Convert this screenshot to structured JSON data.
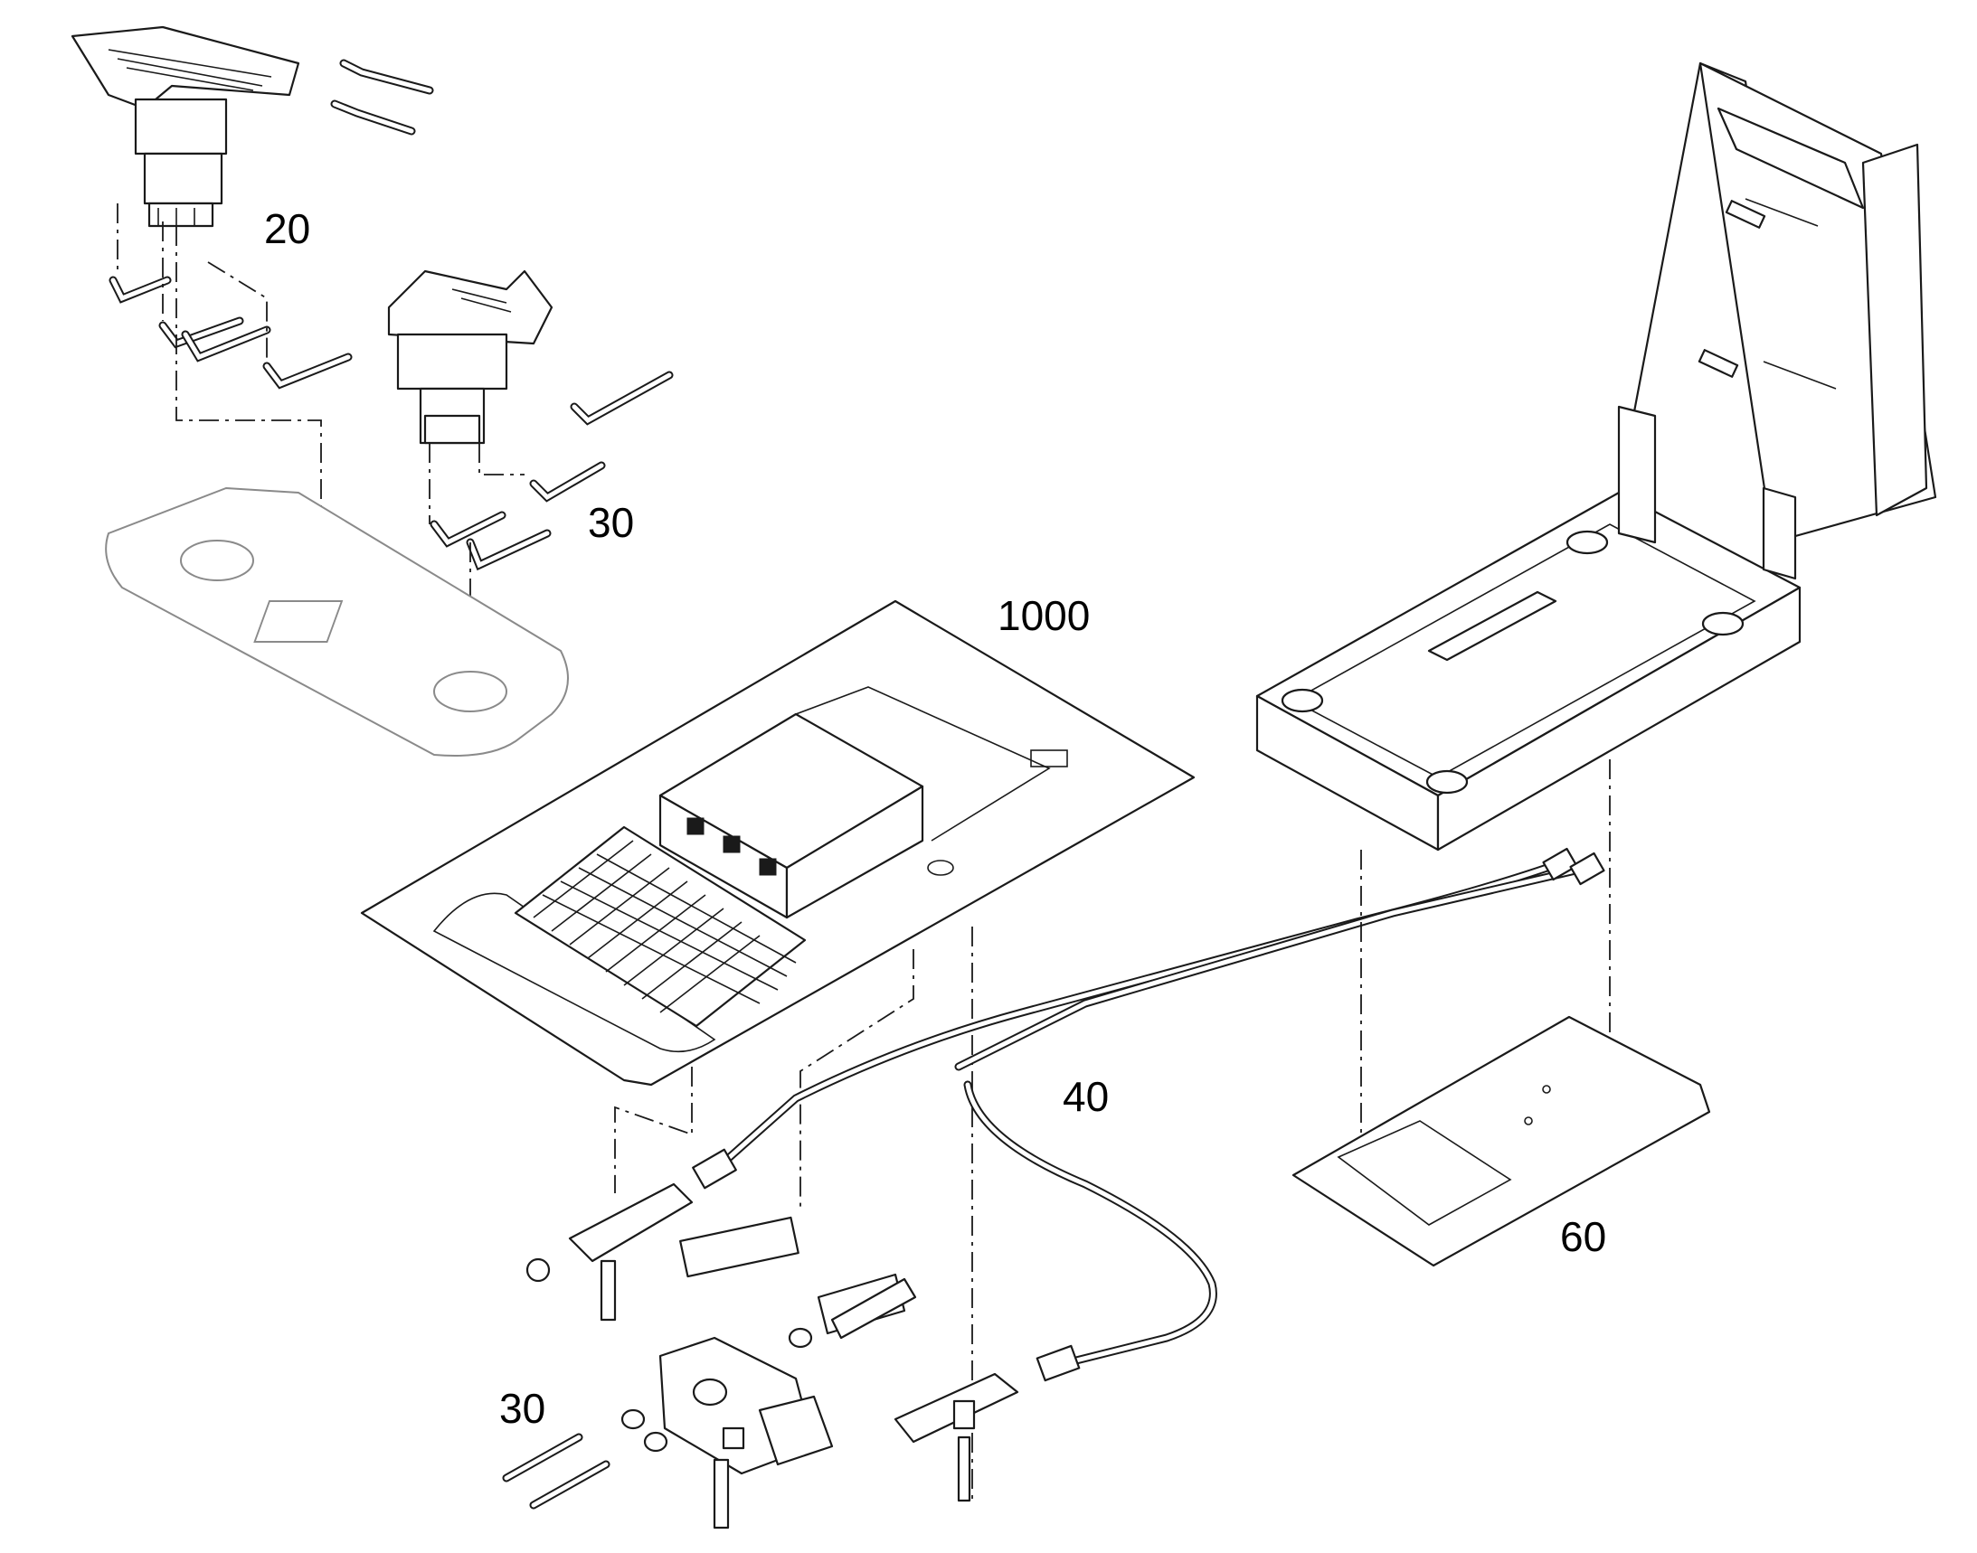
{
  "labels": {
    "pedal_valve_top": "20",
    "pedal_valve_small": "30",
    "cab_floor_plate": "1000",
    "hose_assembly": "40",
    "valve_block": "30",
    "seat_plate": "60"
  }
}
